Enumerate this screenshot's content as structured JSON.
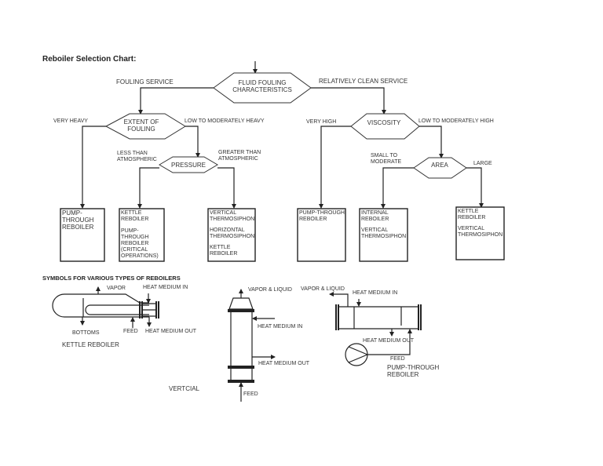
{
  "title": "Reboiler Selection Chart:",
  "decisions": {
    "fouling": {
      "lines": [
        "FLUID FOULING",
        "CHARACTERISTICS"
      ]
    },
    "extent": {
      "lines": [
        "EXTENT OF",
        "FOULING"
      ]
    },
    "pressure": {
      "lines": [
        "PRESSURE"
      ]
    },
    "viscosity": {
      "lines": [
        "VISCOSITY"
      ]
    },
    "area": {
      "lines": [
        "AREA"
      ]
    }
  },
  "branches": {
    "fouling_service": "FOULING SERVICE",
    "clean_service": "RELATIVELY CLEAN SERVICE",
    "very_heavy": "VERY HEAVY",
    "low_mod_heavy": "LOW TO MODERATELY HEAVY",
    "less_than_atm": [
      "LESS THAN",
      "ATMOSPHERIC"
    ],
    "greater_than_atm": [
      "GREATER THAN",
      "ATMOSPHERIC"
    ],
    "very_high": "VERY HIGH",
    "low_mod_high": "LOW TO MODERATELY HIGH",
    "small_mod": [
      "SMALL TO",
      "MODERATE"
    ],
    "large": "LARGE"
  },
  "outcomes": {
    "box1": [
      "PUMP-",
      "THROUGH",
      "REBOILER"
    ],
    "box2": [
      "KETTLE",
      "REBOILER",
      "",
      "PUMP-",
      "THROUGH",
      "REBOILER",
      "(CRITICAL",
      "OPERATIONS)"
    ],
    "box3": [
      "VERTICAL",
      "THERMOSIPHON",
      "",
      "HORIZONTAL",
      "THERMOSIPHON",
      "",
      "KETTLE",
      "REBOILER"
    ],
    "box4": [
      "PUMP-THROUGH",
      "REBOILER"
    ],
    "box5": [
      "INTERNAL",
      "REBOILER",
      "",
      "VERTICAL",
      "THERMOSIPHON"
    ],
    "box6": [
      "KETTLE",
      "REBOILER",
      "",
      "VERTICAL",
      "THERMOSIPHON"
    ]
  },
  "symbols": {
    "heading": "SYMBOLS FOR VARIOUS TYPES OF REBOILERS",
    "kettle": {
      "vapor": "VAPOR",
      "heat_in": "HEAT MEDIUM IN",
      "bottoms": "BOTTOMS",
      "feed": "FEED",
      "heat_out": "HEAT MEDIUM OUT",
      "caption": "KETTLE REBOILER"
    },
    "vertical": {
      "vapor_liquid": "VAPOR & LIQUID",
      "heat_in": "HEAT MEDIUM IN",
      "heat_out": "HEAT MEDIUM OUT",
      "feed": "FEED",
      "caption": "VERTCIAL"
    },
    "pump": {
      "vapor_liquid": "VAPOR & LIQUID",
      "heat_in": "HEAT MEDIUM IN",
      "heat_out": "HEAT MEDIUM OUT",
      "feed": "FEED",
      "caption": [
        "PUMP-THROUGH",
        "REBOILER"
      ]
    }
  }
}
